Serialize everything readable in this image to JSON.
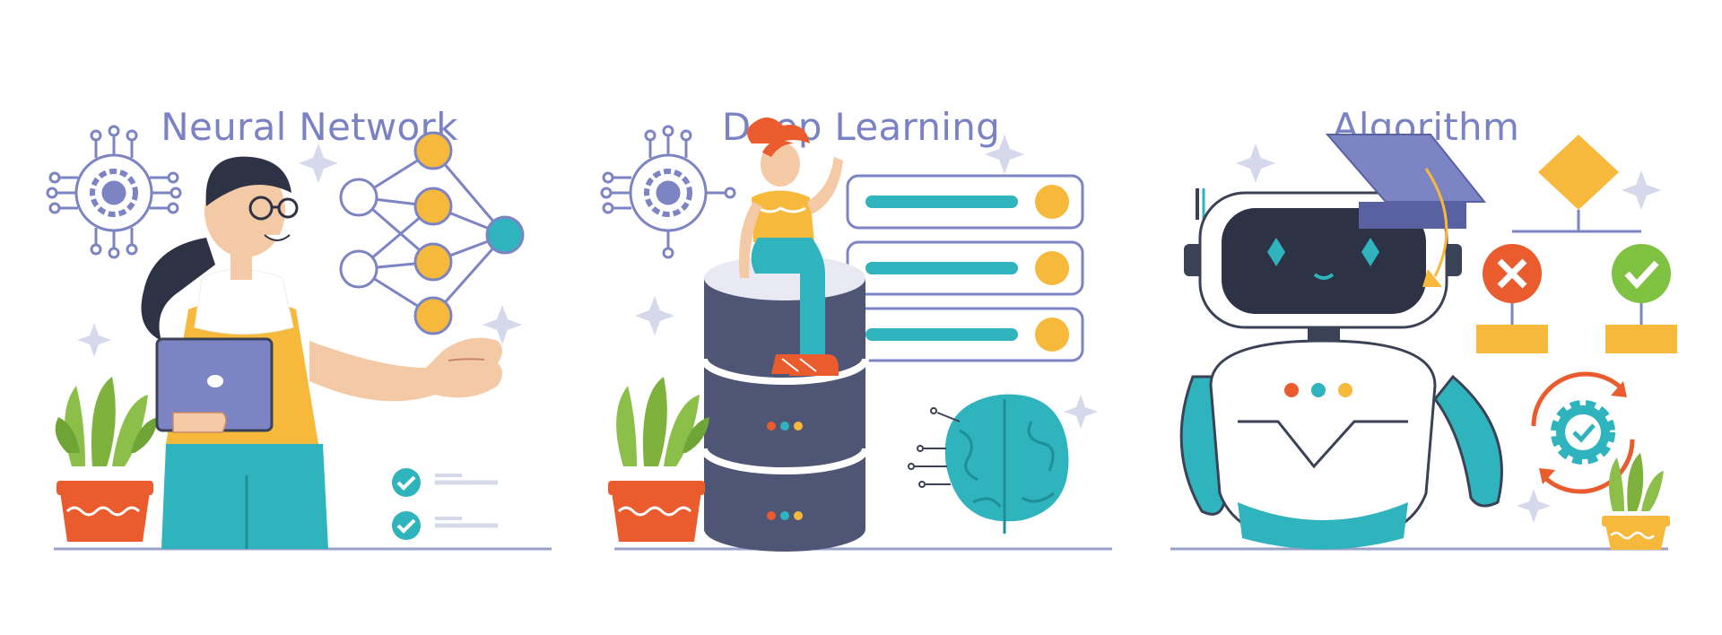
{
  "panels": [
    {
      "title": "Neural Network",
      "illustration": "woman-holding-laptop-presenting-neural-network"
    },
    {
      "title": "Deep Learning",
      "illustration": "woman-sitting-on-database-server-with-brain"
    },
    {
      "title": "Algorithm",
      "illustration": "robot-with-graduation-cap-and-decision-flowchart"
    }
  ],
  "colors": {
    "title": "#7a82c4",
    "navy": "#3b4256",
    "periwinkle": "#7d84c4",
    "teal": "#2fb3bd",
    "orange_yellow": "#f6b93b",
    "red_orange": "#ea5b2d",
    "green": "#7fc241",
    "skin": "#f4c9a6",
    "baseline": "#9aa0c8"
  }
}
